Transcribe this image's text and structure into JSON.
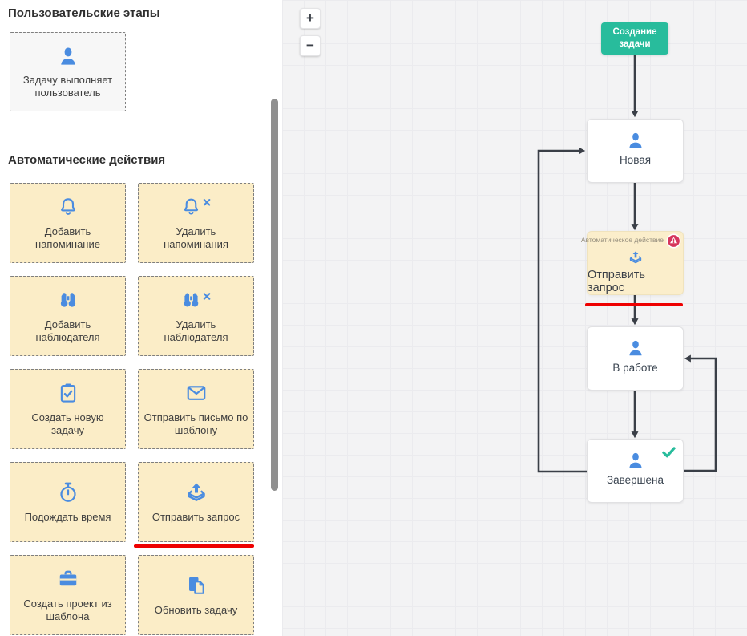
{
  "sidebar": {
    "user_stages_title": "Пользовательские этапы",
    "user_stage": {
      "label": "Задачу выполняет пользователь",
      "icon": "user-icon"
    },
    "auto_actions_title": "Автоматические действия",
    "actions": [
      {
        "label": "Добавить напоминание",
        "icon": "bell-icon"
      },
      {
        "label": "Удалить напоминания",
        "icon": "bell-remove-icon"
      },
      {
        "label": "Добавить наблюдателя",
        "icon": "binoculars-icon"
      },
      {
        "label": "Удалить наблюдателя",
        "icon": "binoculars-remove-icon"
      },
      {
        "label": "Создать новую задачу",
        "icon": "task-check-icon"
      },
      {
        "label": "Отправить письмо по шаблону",
        "icon": "envelope-icon"
      },
      {
        "label": "Подождать время",
        "icon": "stopwatch-icon"
      },
      {
        "label": "Отправить запрос",
        "icon": "send-request-icon",
        "annotated": true
      },
      {
        "label": "Создать проект из шаблона",
        "icon": "briefcase-icon"
      },
      {
        "label": "Обновить задачу",
        "icon": "update-task-icon"
      }
    ]
  },
  "canvas": {
    "zoom_in_label": "+",
    "zoom_out_label": "−",
    "nodes": {
      "start": {
        "label": "Создание задачи"
      },
      "new": {
        "label": "Новая",
        "icon": "user-icon"
      },
      "auto_action": {
        "header": "Автоматическое действие",
        "label": "Отправить запрос",
        "icon": "send-request-icon",
        "warning": true,
        "annotated": true
      },
      "in_progress": {
        "label": "В работе",
        "icon": "user-icon"
      },
      "completed": {
        "label": "Завершена",
        "icon": "user-icon",
        "checked": true
      }
    }
  },
  "colors": {
    "accent_blue": "#4a8ce0",
    "action_yellow": "#fbedc7",
    "start_green": "#28bc9c",
    "warning_red": "#d6365c",
    "annotation_red": "#ee0000",
    "arrow_dark": "#3a3f47"
  }
}
